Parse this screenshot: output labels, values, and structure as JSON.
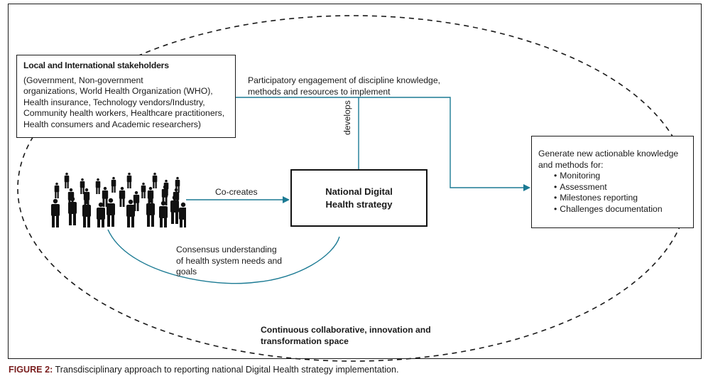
{
  "figure": {
    "caption_label": "FIGURE 2:",
    "caption_text": " Transdisciplinary approach to reporting national Digital Health strategy implementation."
  },
  "nodes": {
    "stakeholders": {
      "title": "Local and International stakeholders",
      "lines": [
        "(Government, Non-government",
        "organizations, World Health Organization (WHO),",
        "Health insurance, Technology vendors/Industry,",
        "Community health workers, Healthcare practitioners,",
        "Health consumers and Academic researchers)"
      ]
    },
    "strategy": {
      "line1": "National Digital",
      "line2": "Health strategy"
    },
    "outcome": {
      "intro1": "Generate new actionable knowledge",
      "intro2": "and methods for:",
      "items": [
        "Monitoring",
        "Assessment",
        "Milestones reporting",
        "Challenges documentation"
      ]
    },
    "people": {
      "icon": "crowd-of-people-icon"
    }
  },
  "edges": {
    "participatory": {
      "line1": "Participatory engagement of discipline knowledge,",
      "line2": "methods and resources to implement"
    },
    "develops": "develops",
    "cocreates": "Co-creates",
    "consensus": {
      "line1": "Consensus understanding",
      "line2": "of health system needs and",
      "line3": "goals"
    }
  },
  "space": {
    "line1": "Continuous collaborative, innovation and",
    "line2": "transformation space"
  },
  "colors": {
    "connector": "#1b7a93",
    "border": "#1a1a1a",
    "caption_label": "#7a1f1f"
  }
}
